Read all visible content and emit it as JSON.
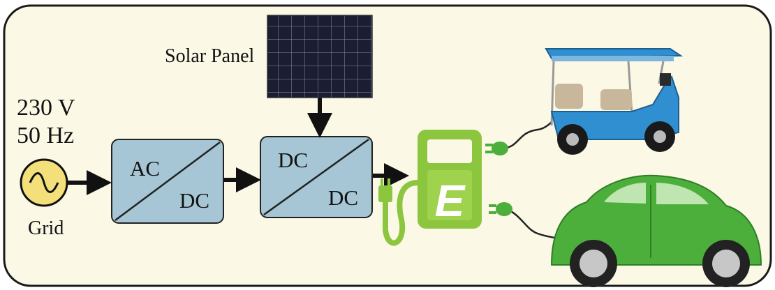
{
  "labels": {
    "solar_panel": "Solar Panel",
    "voltage": "230 V",
    "frequency": "50 Hz",
    "grid": "Grid",
    "converter1_in": "AC",
    "converter1_out": "DC",
    "converter2_in": "DC",
    "converter2_out": "DC"
  },
  "station_letter": "E",
  "colors": {
    "background": "#fbf9e6",
    "border": "#1a1a1a",
    "converter_fill": "#a6c6d6",
    "grid_symbol": "#f4e07a",
    "station_green": "#8cc63f",
    "car_green": "#4caf3c",
    "rickshaw_blue": "#2f8fd0",
    "solar_cell": "#1b1e33"
  },
  "icons": [
    "ac-source-icon",
    "solar-panel-icon",
    "charging-station-icon",
    "plug-icon",
    "e-rickshaw-icon",
    "car-icon"
  ]
}
